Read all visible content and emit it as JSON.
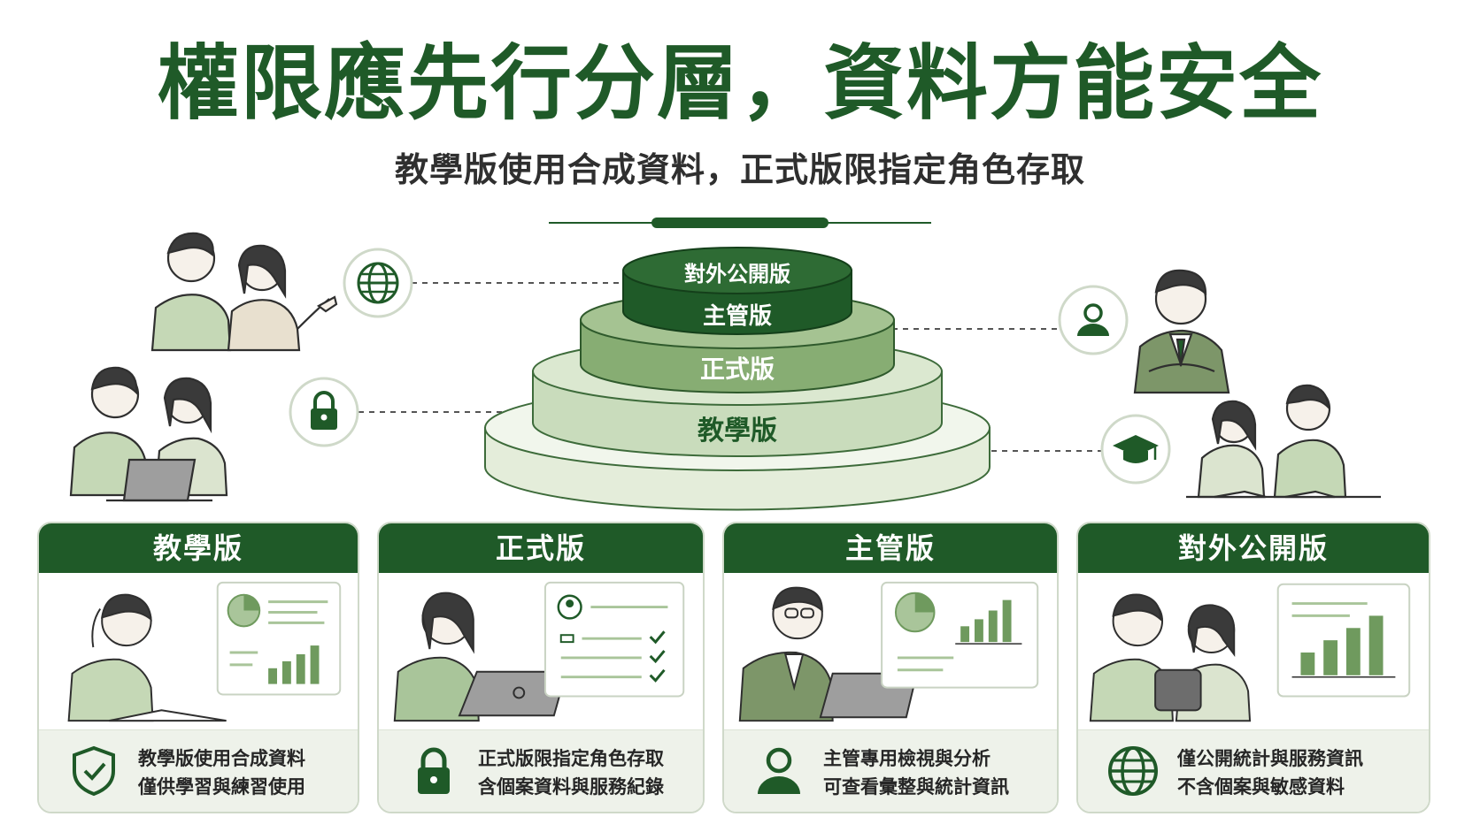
{
  "header": {
    "title": "權限應先行分層，資料方能安全",
    "subtitle": "教學版使用合成資料，正式版限指定角色存取"
  },
  "pyramid": {
    "tiers": [
      {
        "label": "對外公開版",
        "color": "#1f5a28",
        "text_color": "#ffffff"
      },
      {
        "label": "主管版",
        "color": "#6f9a5e",
        "text_color": "#ffffff"
      },
      {
        "label": "正式版",
        "color": "#a9c59a",
        "text_color": "#ffffff"
      },
      {
        "label": "教學版",
        "color": "#dde9d4",
        "text_color": "#1f5a28"
      }
    ]
  },
  "side_icons": [
    {
      "name": "globe-icon"
    },
    {
      "name": "lock-icon"
    },
    {
      "name": "user-icon"
    },
    {
      "name": "graduation-cap-icon"
    }
  ],
  "cards": [
    {
      "title": "教學版",
      "line1": "教學版使用合成資料",
      "line2": "僅供學習與練習使用",
      "icon": "shield-check-icon"
    },
    {
      "title": "正式版",
      "line1": "正式版限指定角色存取",
      "line2": "含個案資料與服務紀錄",
      "icon": "lock-icon"
    },
    {
      "title": "主管版",
      "line1": "主管專用檢視與分析",
      "line2": "可查看彙整與統計資訊",
      "icon": "user-icon"
    },
    {
      "title": "對外公開版",
      "line1": "僅公開統計與服務資訊",
      "line2": "不含個案與敏感資料",
      "icon": "globe-icon"
    }
  ],
  "colors": {
    "brand": "#1f5a28",
    "accent_light": "#eef2ea",
    "outline": "#2f2f2f",
    "skin": "#f6f1ea",
    "shirt_green": "#c5d8b6"
  }
}
